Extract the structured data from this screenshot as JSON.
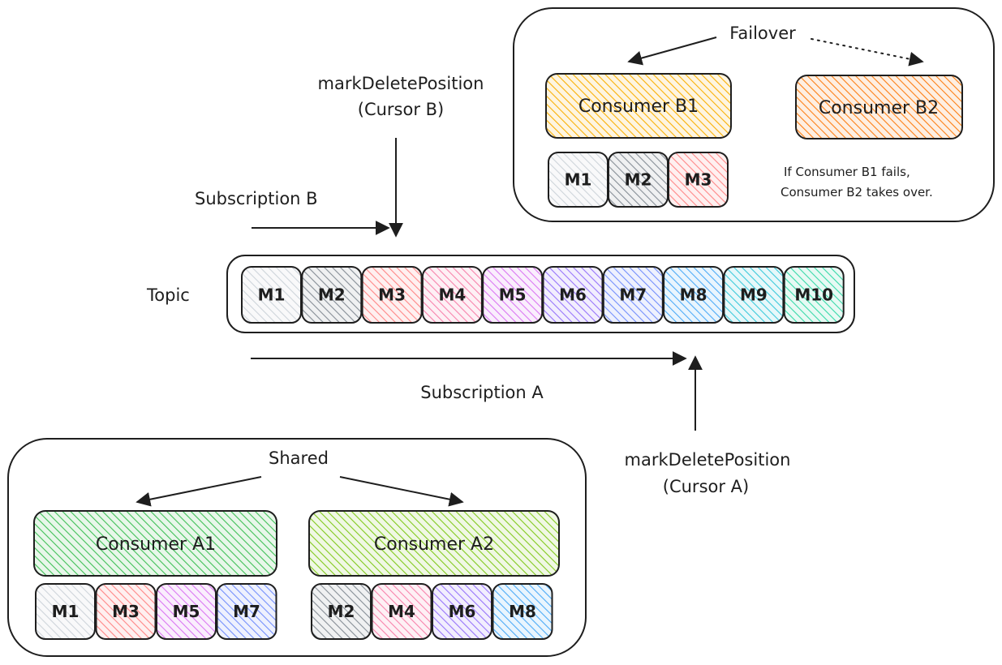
{
  "colors": {
    "M1": "#ced4da",
    "M2": "#868e96",
    "M3": "#ff8787",
    "M4": "#f783ac",
    "M5": "#da77f2",
    "M6": "#9775fa",
    "M7": "#748ffc",
    "M8": "#4dabf7",
    "M9": "#3bc9db",
    "M10": "#38d9a9",
    "consumer_b1": "#fab005",
    "consumer_b2": "#fd7e14",
    "consumer_a1": "#40c057",
    "consumer_a2": "#82c91e"
  },
  "topic": {
    "label": "Topic",
    "messages": [
      "M1",
      "M2",
      "M3",
      "M4",
      "M5",
      "M6",
      "M7",
      "M8",
      "M9",
      "M10"
    ]
  },
  "subscription_b": {
    "label": "Subscription B",
    "cursor_line1": "markDeletePosition",
    "cursor_line2": "(Cursor B)",
    "cursor_points_to": "M3"
  },
  "subscription_a": {
    "label": "Subscription A",
    "cursor_line1": "markDeletePosition",
    "cursor_line2": "(Cursor A)",
    "cursor_points_to": "M8"
  },
  "failover": {
    "title": "Failover",
    "consumers": [
      {
        "name": "Consumer B1",
        "messages": [
          "M1",
          "M2",
          "M3"
        ]
      },
      {
        "name": "Consumer B2",
        "messages": []
      }
    ],
    "note_line1": "If Consumer B1 fails,",
    "note_line2": "Consumer B2 takes over."
  },
  "shared": {
    "title": "Shared",
    "consumers": [
      {
        "name": "Consumer A1",
        "messages": [
          "M1",
          "M3",
          "M5",
          "M7"
        ]
      },
      {
        "name": "Consumer A2",
        "messages": [
          "M2",
          "M4",
          "M6",
          "M8"
        ]
      }
    ]
  }
}
